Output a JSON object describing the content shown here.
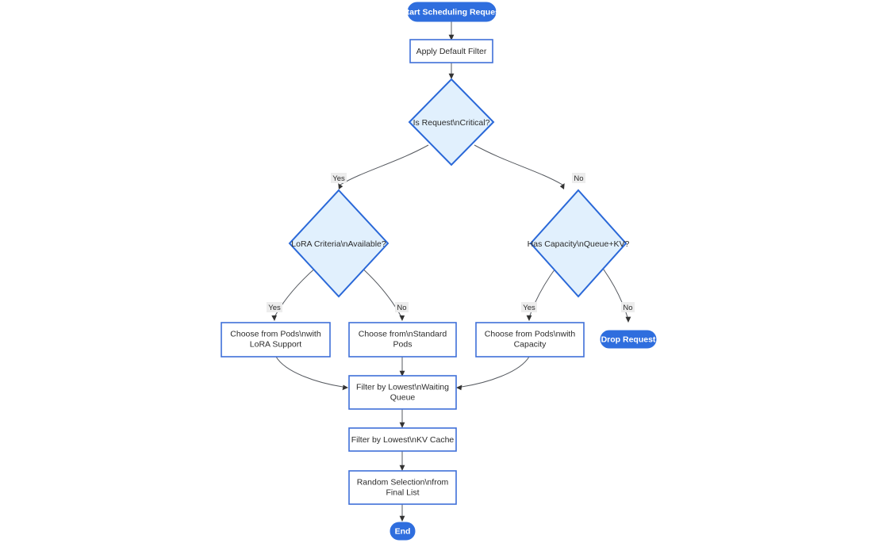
{
  "diagram": {
    "type": "flowchart",
    "direction": "top-down",
    "background_color": "#ffffff",
    "colors": {
      "pill_fill": "#2f6ede",
      "pill_text": "#ffffff",
      "box_fill": "#ffffff",
      "box_stroke": "#3f6fd8",
      "diamond_fill": "#e1f0fd",
      "diamond_stroke": "#2a68d8",
      "edge_stroke": "#55595f",
      "label_text": "#2b2b2b",
      "edge_label_bg": "#ededed"
    },
    "nodes": {
      "start": {
        "label": "Start Scheduling Request",
        "shape": "pill"
      },
      "apply_default_filter": {
        "label": "Apply Default Filter",
        "shape": "rect"
      },
      "is_request_critical": {
        "label": "Is Request\\nCritical?",
        "shape": "diamond"
      },
      "lora_criteria_available": {
        "label": "LoRA Criteria\\nAvailable?",
        "shape": "diamond"
      },
      "has_capacity": {
        "label": "Has Capacity\\nQueue+KV?",
        "shape": "diamond"
      },
      "choose_lora_pods": {
        "label_line1": "Choose from Pods\\nwith",
        "label_line2": "LoRA Support",
        "shape": "rect"
      },
      "choose_standard_pods": {
        "label_line1": "Choose from\\nStandard",
        "label_line2": "Pods",
        "shape": "rect"
      },
      "choose_capacity_pods": {
        "label_line1": "Choose from Pods\\nwith",
        "label_line2": "Capacity",
        "shape": "rect"
      },
      "drop_request": {
        "label": "Drop Request",
        "shape": "pill"
      },
      "filter_waiting_queue": {
        "label_line1": "Filter by Lowest\\nWaiting",
        "label_line2": "Queue",
        "shape": "rect"
      },
      "filter_kv_cache": {
        "label": "Filter by Lowest\\nKV Cache",
        "shape": "rect"
      },
      "random_selection": {
        "label_line1": "Random Selection\\nfrom",
        "label_line2": "Final List",
        "shape": "rect"
      },
      "end": {
        "label": "End",
        "shape": "pill"
      }
    },
    "edge_labels": {
      "critical_yes": "Yes",
      "critical_no": "No",
      "lora_yes": "Yes",
      "lora_no": "No",
      "capacity_yes": "Yes",
      "capacity_no": "No"
    }
  }
}
